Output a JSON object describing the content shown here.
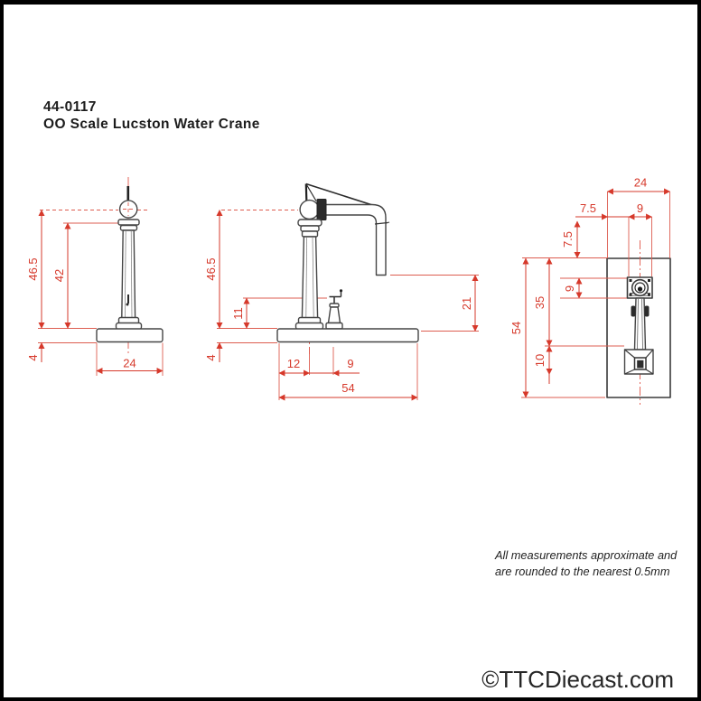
{
  "header": {
    "code": "44-0117",
    "name": "OO Scale Lucston Water Crane"
  },
  "note": {
    "line1": "All measurements approximate and",
    "line2": "are rounded to the nearest 0.5mm"
  },
  "watermark": {
    "text": "©TTCDiecast.com"
  },
  "colors": {
    "dimension_red": "#d6392b",
    "drawing_black": "#3a3a3a",
    "frame_black": "#000000",
    "background": "#ffffff"
  },
  "dims": {
    "front": {
      "overall": "46.5",
      "column": "42",
      "base_thickness": "4",
      "base_width": "24"
    },
    "side": {
      "overall": "46.5",
      "base_thickness": "4",
      "valve_height": "11",
      "pipe_drop": "21",
      "column_offset": "12",
      "valve_offset": "9",
      "base_length": "54"
    },
    "plan": {
      "base_width": "24",
      "edge_offset_h": "7.5",
      "flange_width": "9",
      "edge_offset_v": "7.5",
      "flange_depth": "9",
      "flange_to_drain": "35",
      "drain_size": "10",
      "base_length": "54"
    }
  }
}
